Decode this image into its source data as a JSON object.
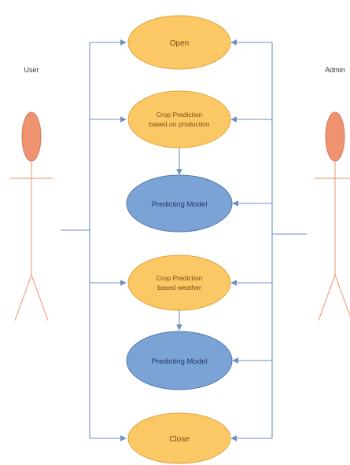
{
  "actors": {
    "user": {
      "label": "User"
    },
    "admin": {
      "label": "Admin"
    }
  },
  "use_cases": {
    "open": {
      "label": "Open"
    },
    "crop_production": {
      "line1": "Crop Prediction",
      "line2": "based on production"
    },
    "model_1": {
      "label": "Predicting Model"
    },
    "crop_weather": {
      "line1": "Crop Prediction",
      "line2": "based weather"
    },
    "model_2": {
      "label": "Predicting Model"
    },
    "close": {
      "label": "Close"
    }
  },
  "colors": {
    "use_case_fill": "#fcc866",
    "use_case_stroke": "#e0a43a",
    "model_fill": "#7ba3d6",
    "model_stroke": "#4f78b0",
    "actor_head_fill": "#ee9270",
    "actor_head_stroke": "#d9765a",
    "actor_body": "#f0a380",
    "connector": "#6f8fc4"
  }
}
